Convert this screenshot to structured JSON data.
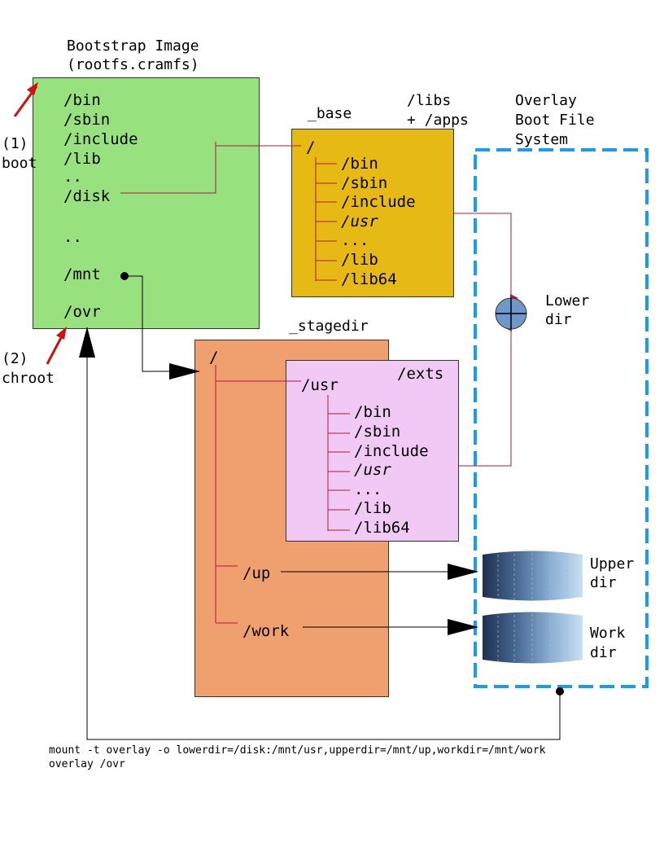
{
  "bootstrap": {
    "title_line1": "Bootstrap Image",
    "title_line2": "(rootfs.cramfs)",
    "entries": [
      "/bin",
      "/sbin",
      "/include",
      "/lib",
      "..",
      "/disk",
      "..",
      "/mnt",
      "/ovr"
    ],
    "fill": "#97e17f"
  },
  "steps": {
    "boot_line1": "(1)",
    "boot_line2": "boot",
    "chroot_line1": "(2)",
    "chroot_line2": "chroot"
  },
  "base": {
    "title": "_base",
    "side_label_line1": "/libs",
    "side_label_line2": "+ /apps",
    "root": "/",
    "entries": [
      "/bin",
      "/sbin",
      "/include",
      "/usr",
      "...",
      "/lib",
      "/lib64"
    ],
    "fill": "#e6b914"
  },
  "stagedir": {
    "title": "_stagedir",
    "root": "/",
    "up": "/up",
    "work": "/work",
    "fill": "#f0a06e"
  },
  "exts": {
    "title": "/exts",
    "root": "/usr",
    "entries": [
      "/bin",
      "/sbin",
      "/include",
      "/usr",
      "...",
      "/lib",
      "/lib64"
    ],
    "fill": "#f1c9f5"
  },
  "overlay": {
    "title_line1": "Overlay",
    "title_line2": "Boot File",
    "title_line3": "System",
    "lower_line1": "Lower",
    "lower_line2": "dir",
    "upper_line1": "Upper",
    "upper_line2": "dir",
    "work_line1": "Work",
    "work_line2": "dir",
    "border_color": "#1a9bec"
  },
  "command": {
    "line1": "mount -t overlay -o lowerdir=/disk:/mnt/usr,upperdir=/mnt/up,workdir=/mnt/work",
    "line2": "overlay /ovr"
  },
  "colors": {
    "tree_line": "#b01a3a",
    "arrow_red": "#d01010"
  }
}
